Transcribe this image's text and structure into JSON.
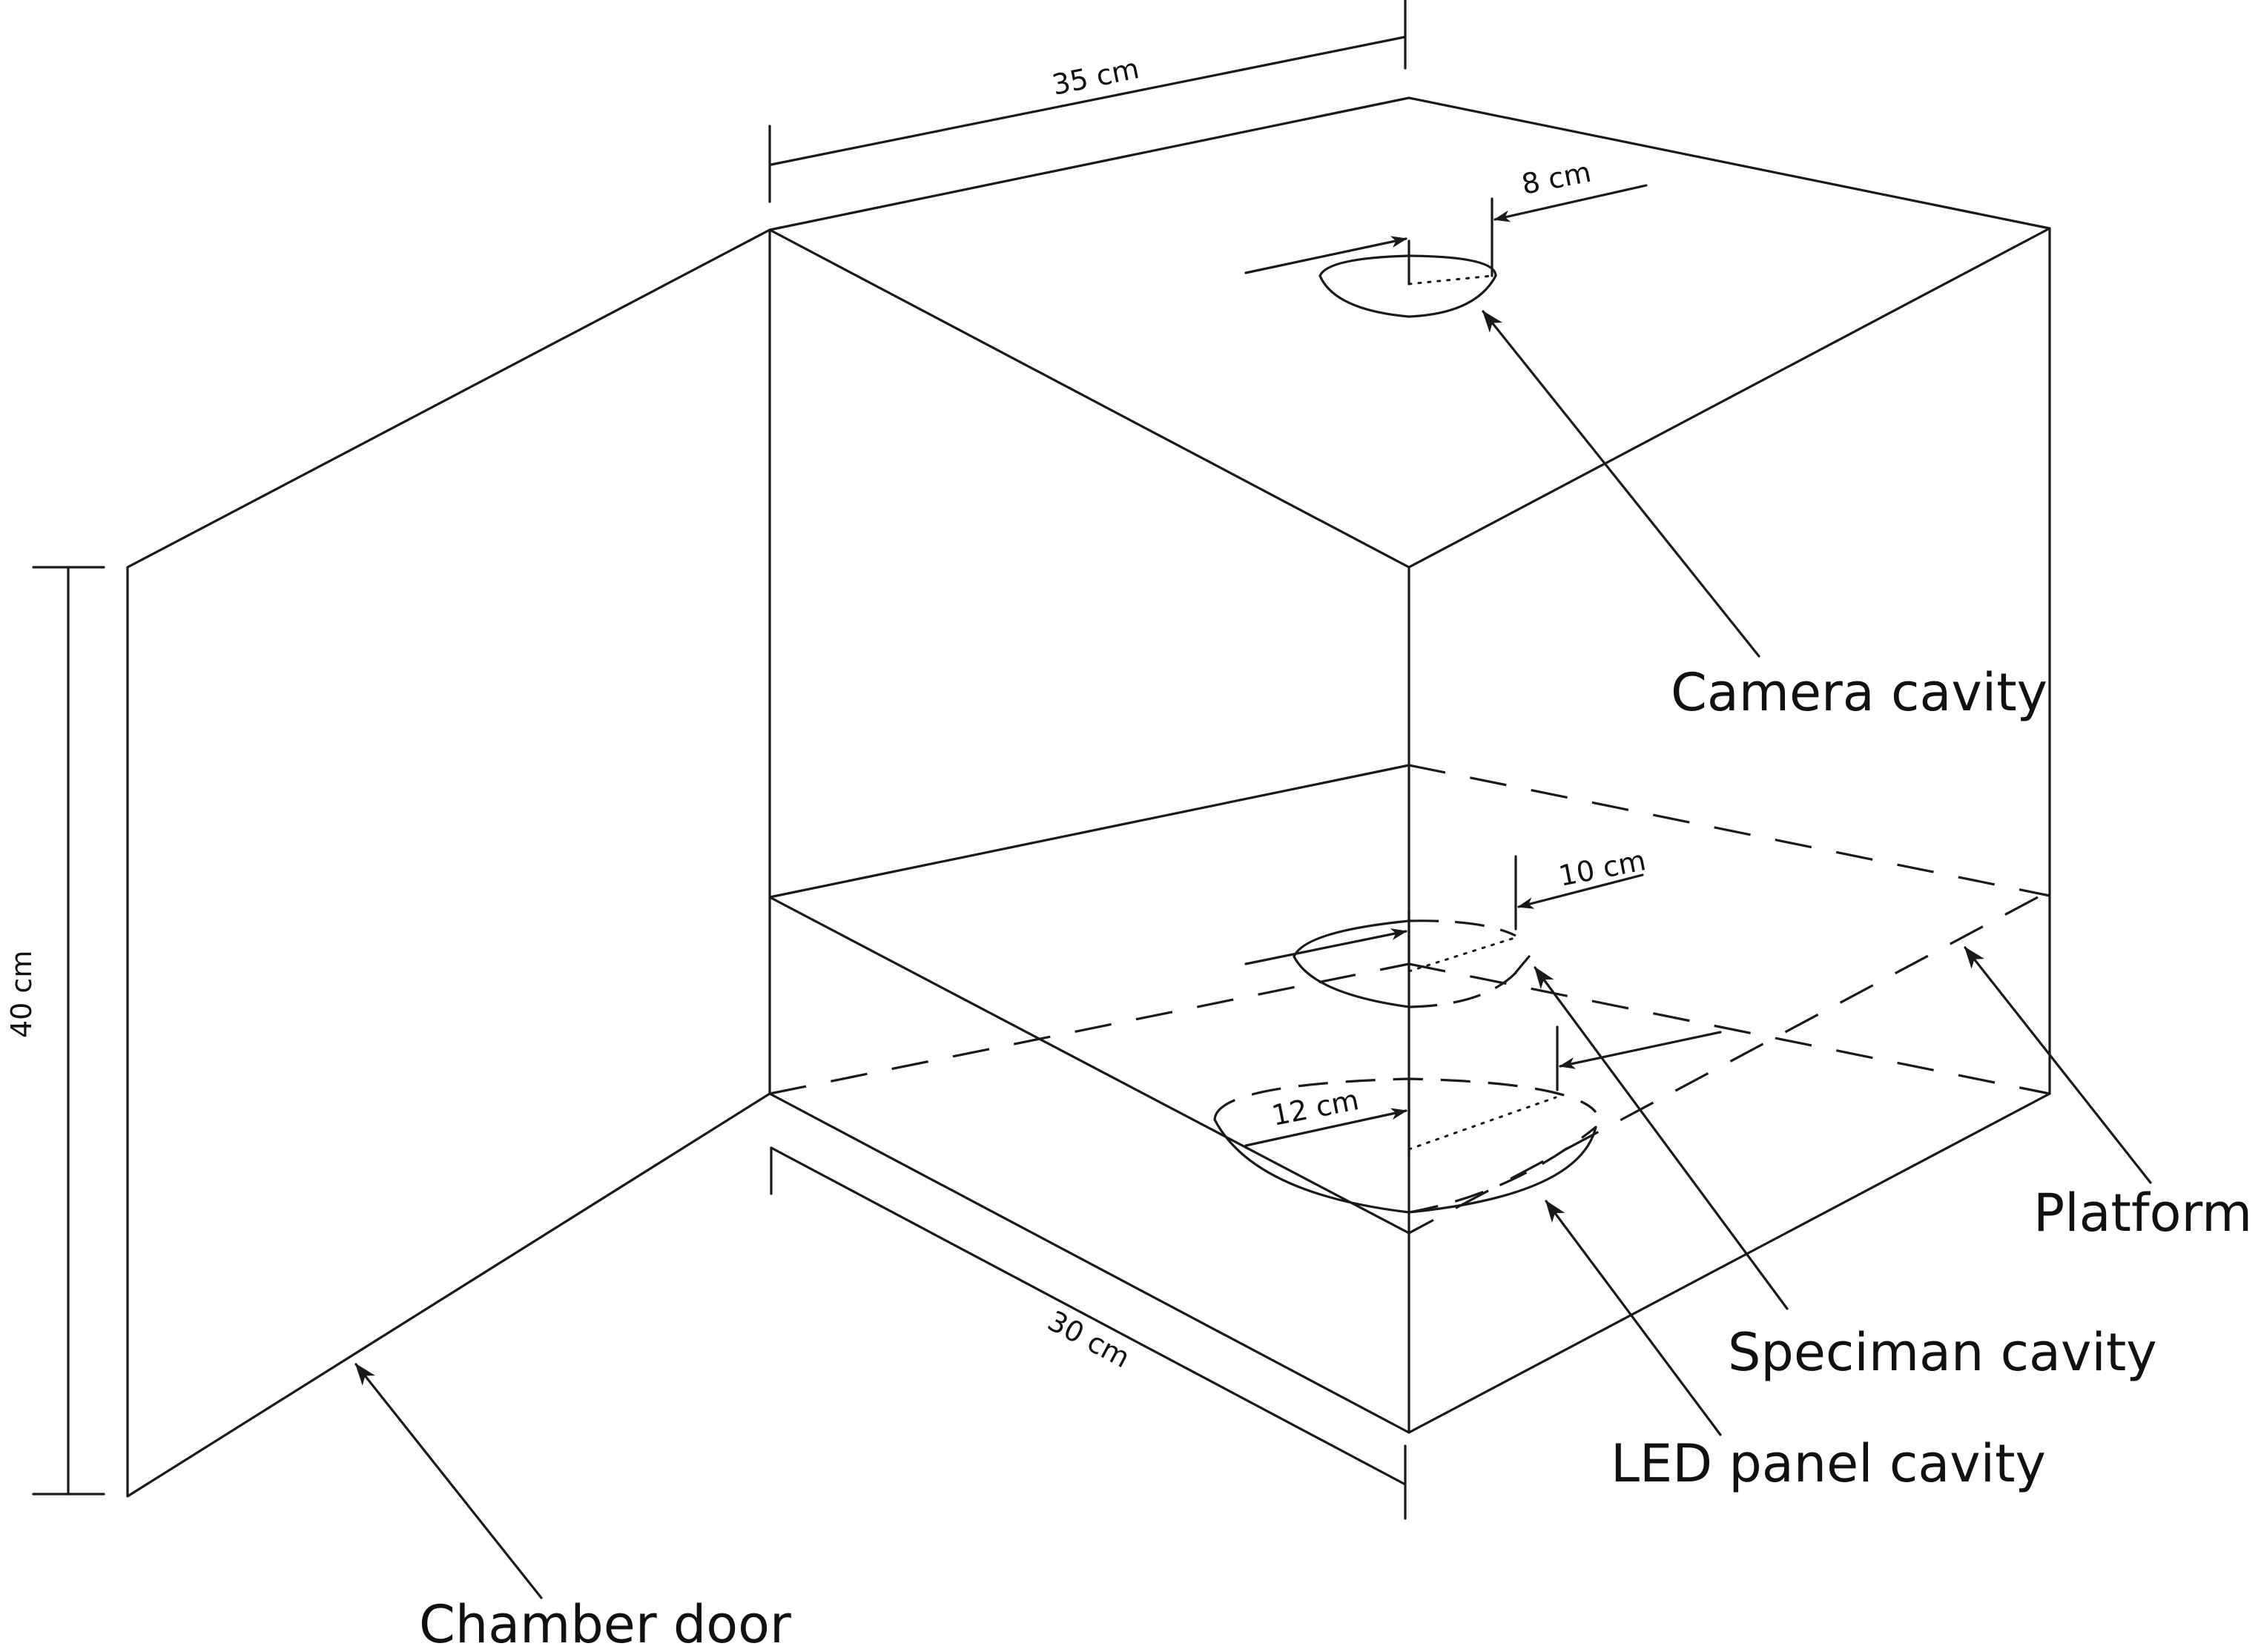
{
  "labels": {
    "camera_cavity": "Camera cavity",
    "platform": "Platform",
    "specimen_cavity": "Speciman cavity",
    "led_panel_cavity": "LED panel cavity",
    "chamber_door": "Chamber door"
  },
  "dimensions": {
    "width": "35 cm",
    "depth": "30 cm",
    "height": "40 cm",
    "camera_cavity_radius": "8 cm",
    "specimen_cavity_radius": "10 cm",
    "led_panel_cavity_radius": "12 cm"
  }
}
